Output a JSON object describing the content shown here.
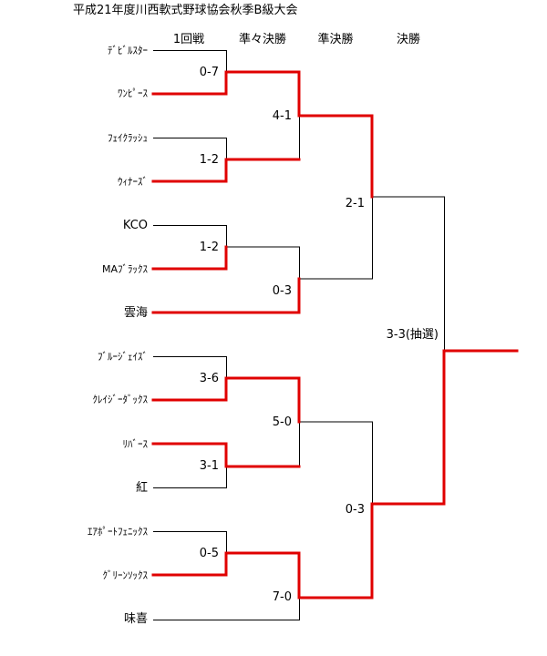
{
  "title": "平成21年度川西軟式野球協会秋季B級大会",
  "rounds": [
    "1回戦",
    "準々決勝",
    "準決勝",
    "決勝"
  ],
  "teams": [
    {
      "name": "ﾃﾞﾋﾞﾙｽﾀｰ",
      "win": false
    },
    {
      "name": "ﾜﾝﾋﾟｰｽ",
      "win": true
    },
    {
      "name": "ﾌｪｲｸﾗｯｼｭ",
      "win": false
    },
    {
      "name": "ｳｨﾅｰｽﾞ",
      "win": true
    },
    {
      "name": "KCO",
      "win": false
    },
    {
      "name": "MAﾌﾞﾗｯｸｽ",
      "win": true
    },
    {
      "name": "雲海",
      "win": true
    },
    {
      "name": "ﾌﾞﾙｰｼﾞｪｲｽﾞ",
      "win": false
    },
    {
      "name": "ｸﾚｲｼﾞｰﾀﾞｯｸｽ",
      "win": true
    },
    {
      "name": "ﾘﾊﾞｰｽ",
      "win": true
    },
    {
      "name": "紅",
      "win": false
    },
    {
      "name": "ｴｱﾎﾟｰﾄﾌｪﾆｯｸｽ",
      "win": false
    },
    {
      "name": "ｸﾞﾘｰﾝｿｯｸｽ",
      "win": true
    },
    {
      "name": "味喜",
      "win": false
    }
  ],
  "scores": {
    "r1": [
      "0-7",
      "1-2",
      "1-2",
      "3-6",
      "3-1",
      "0-5"
    ],
    "qf": [
      "4-1",
      "0-3",
      "5-0",
      "7-0"
    ],
    "sf": [
      "2-1",
      "0-3"
    ],
    "final": "3-3(抽選)"
  }
}
